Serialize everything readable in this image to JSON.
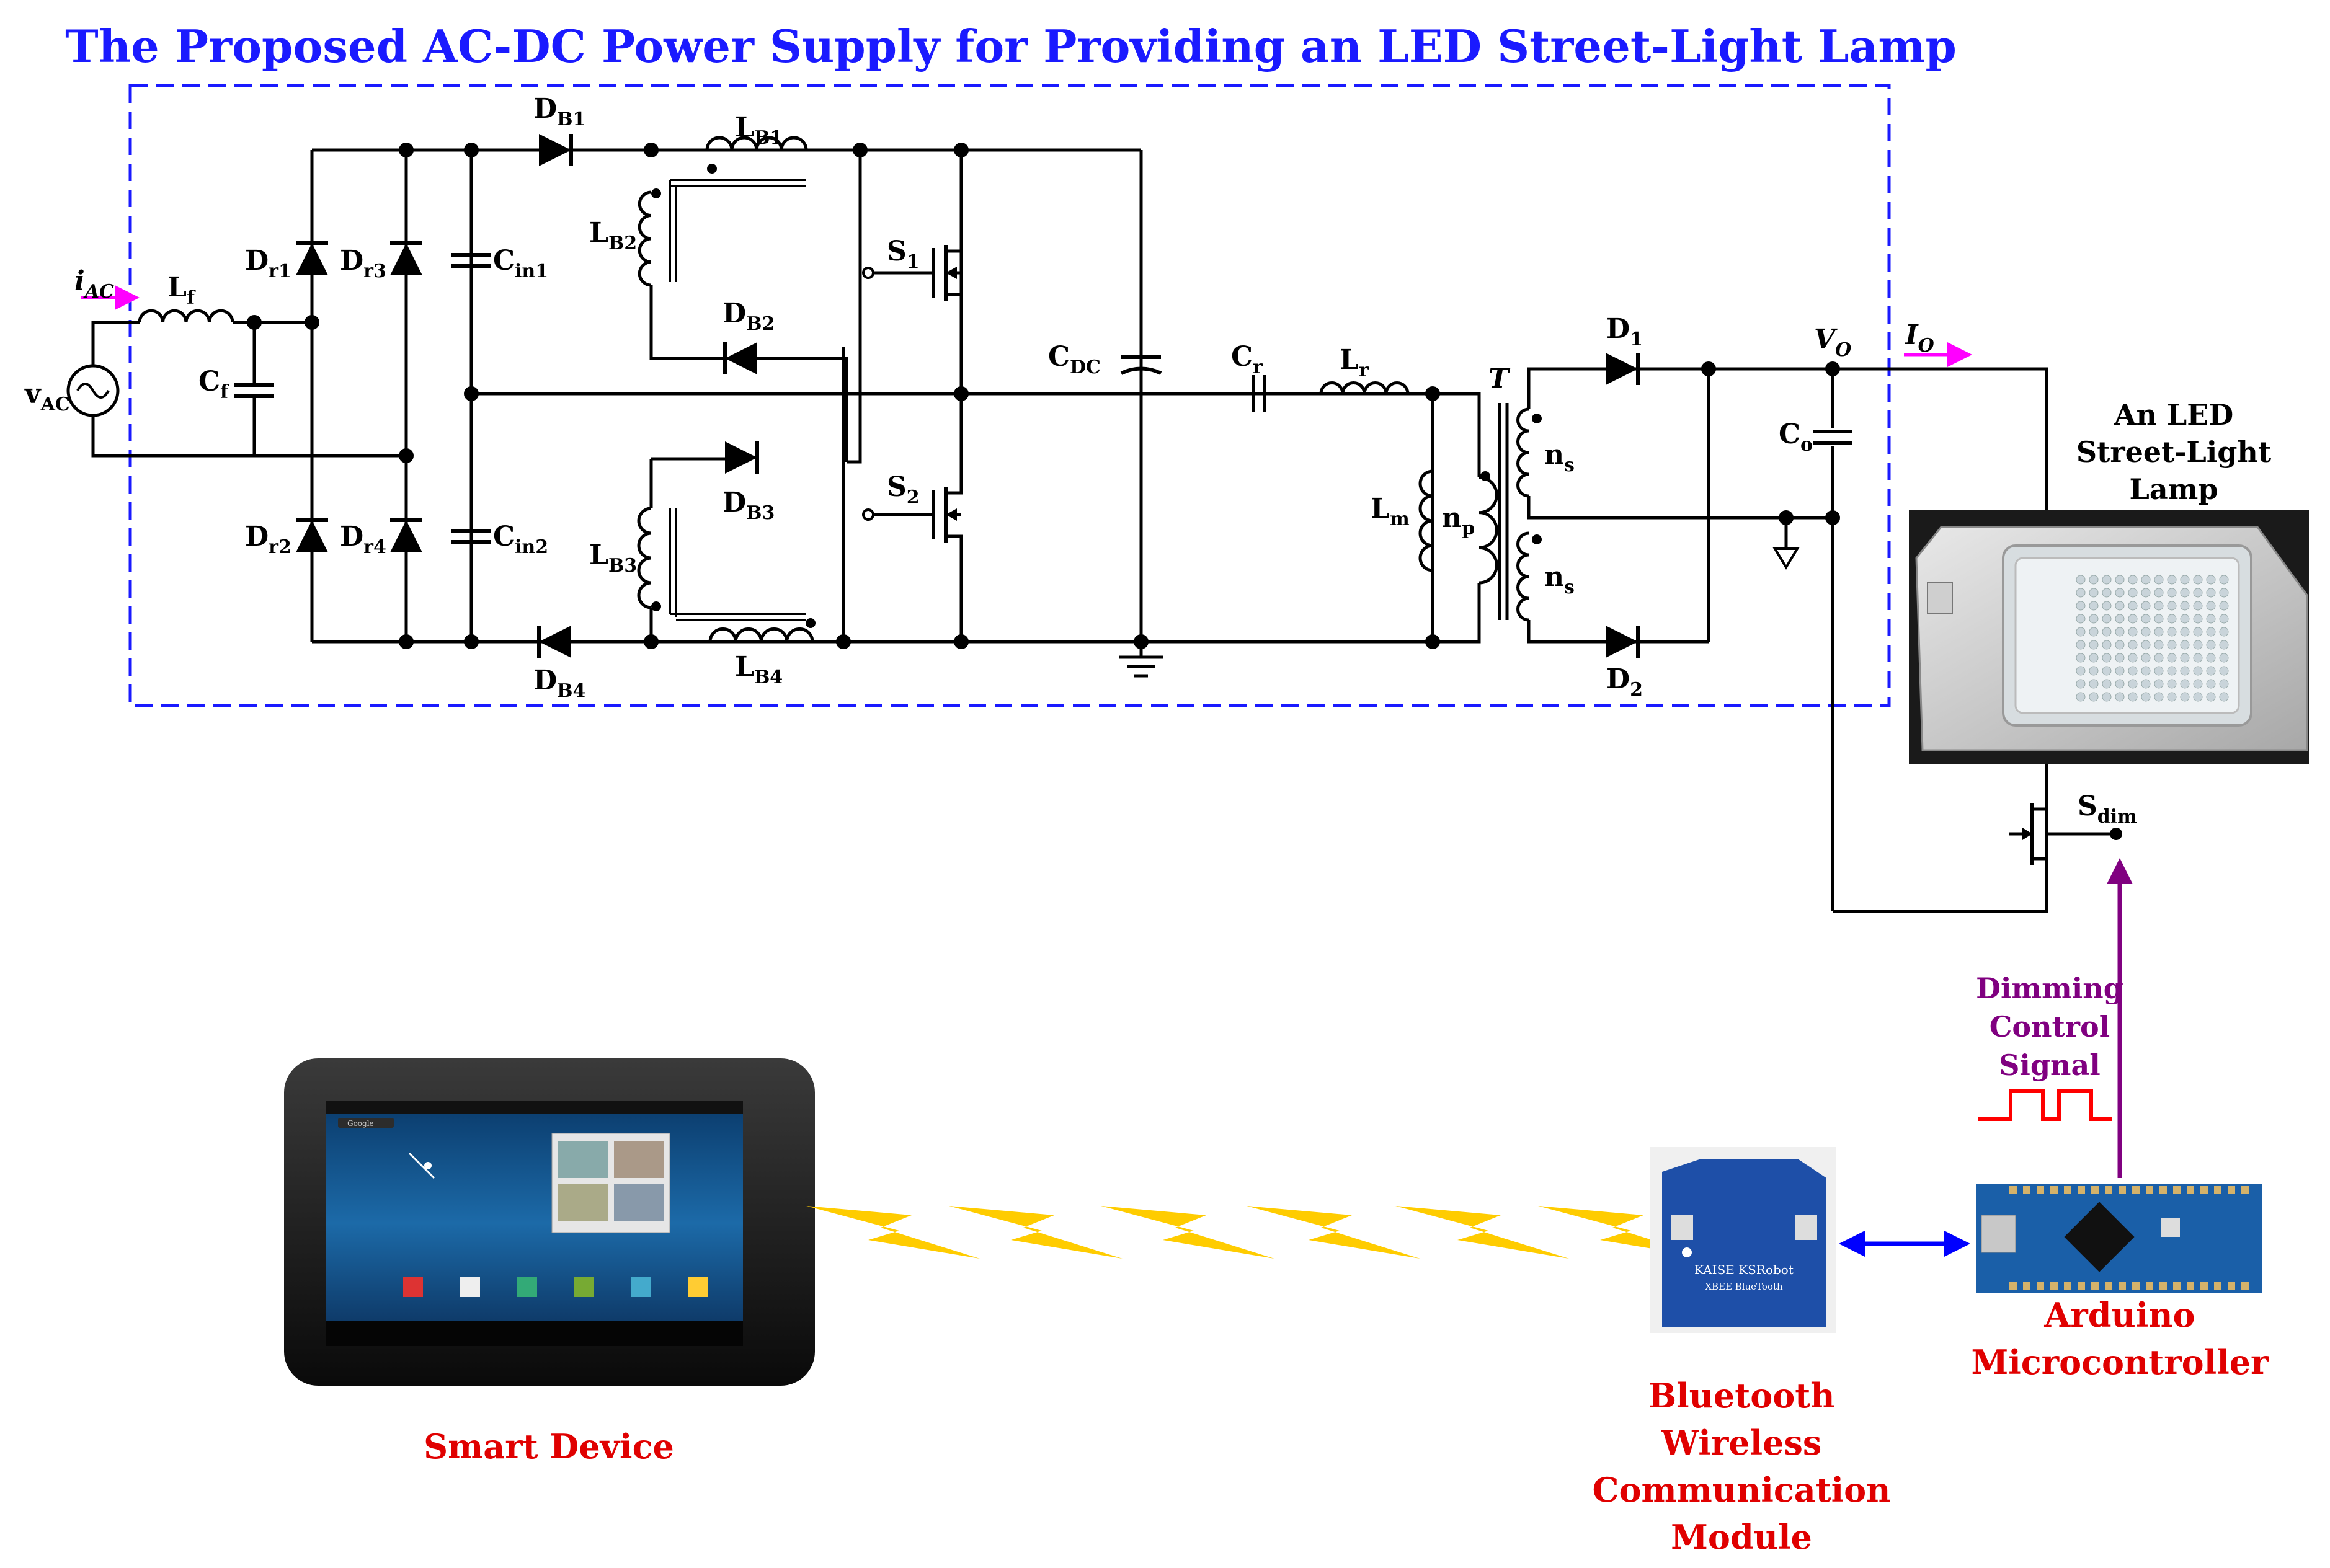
{
  "title": "The Proposed AC-DC Power Supply for Providing an LED Street-Light Lamp",
  "components": {
    "iac": {
      "main": "i",
      "sub": "AC"
    },
    "vac": {
      "main": "v",
      "sub": "AC"
    },
    "lf": {
      "main": "L",
      "sub": "f"
    },
    "cf": {
      "main": "C",
      "sub": "f"
    },
    "dr1": {
      "main": "D",
      "sub": "r1"
    },
    "dr2": {
      "main": "D",
      "sub": "r2"
    },
    "dr3": {
      "main": "D",
      "sub": "r3"
    },
    "dr4": {
      "main": "D",
      "sub": "r4"
    },
    "cin1": {
      "main": "C",
      "sub": "in1"
    },
    "cin2": {
      "main": "C",
      "sub": "in2"
    },
    "db1": {
      "main": "D",
      "sub": "B1"
    },
    "db2": {
      "main": "D",
      "sub": "B2"
    },
    "db3": {
      "main": "D",
      "sub": "B3"
    },
    "db4": {
      "main": "D",
      "sub": "B4"
    },
    "lb1": {
      "main": "L",
      "sub": "B1"
    },
    "lb2": {
      "main": "L",
      "sub": "B2"
    },
    "lb3": {
      "main": "L",
      "sub": "B3"
    },
    "lb4": {
      "main": "L",
      "sub": "B4"
    },
    "s1": {
      "main": "S",
      "sub": "1"
    },
    "s2": {
      "main": "S",
      "sub": "2"
    },
    "cdc": {
      "main": "C",
      "sub": "DC"
    },
    "cr": {
      "main": "C",
      "sub": "r"
    },
    "lr": {
      "main": "L",
      "sub": "r"
    },
    "lm": {
      "main": "L",
      "sub": "m"
    },
    "np": {
      "main": "n",
      "sub": "p"
    },
    "t": {
      "main": "T",
      "sub": ""
    },
    "ns_top": {
      "main": "n",
      "sub": "s"
    },
    "ns_bot": {
      "main": "n",
      "sub": "s"
    },
    "d1": {
      "main": "D",
      "sub": "1"
    },
    "d2": {
      "main": "D",
      "sub": "2"
    },
    "co": {
      "main": "C",
      "sub": "o"
    },
    "vo": {
      "main": "V",
      "sub": "O"
    },
    "io": {
      "main": "I",
      "sub": "O"
    },
    "sdim": {
      "main": "S",
      "sub": "dim"
    }
  },
  "lamp": {
    "lines": [
      "An LED",
      "Street-Light",
      "Lamp"
    ]
  },
  "dimming": {
    "lines": [
      "Dimming",
      "Control",
      "Signal"
    ]
  },
  "smart_device": {
    "label": "Smart Device",
    "screen_search": "Google"
  },
  "bluetooth": {
    "lines": [
      "Bluetooth",
      "Wireless",
      "Communication",
      "Module"
    ],
    "board_text": "KAISE KSRobot",
    "board_sub": "XBEE BlueTooth"
  },
  "arduino": {
    "lines": [
      "Arduino",
      "Microcontroller"
    ]
  },
  "colors": {
    "title": "#1a1aff",
    "dimming": "#800080",
    "labels_red": "#e00000",
    "current_arrow": "#ff00ff",
    "bluetooth_link": "#0000ff",
    "wireless_bolt": "#ffcc00",
    "pwm": "#ff0000",
    "boundary": "#1a1aff"
  }
}
